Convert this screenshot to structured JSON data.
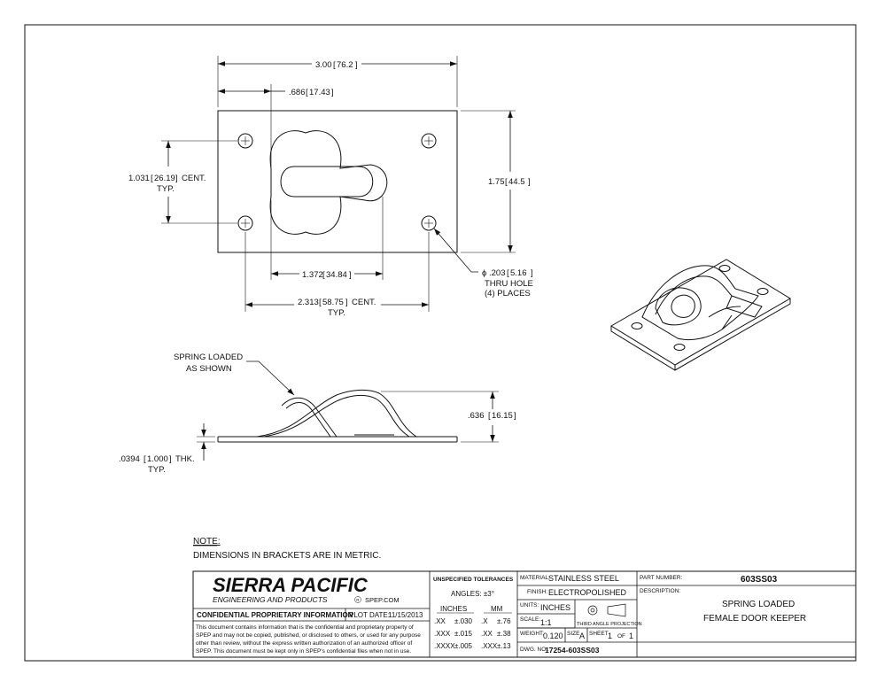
{
  "dimensions": {
    "overall_width": "3.00",
    "overall_width_mm": "76.2",
    "slot_offset": ".686",
    "slot_offset_mm": "17.43",
    "hole_vertical": "1.031",
    "hole_vertical_mm": "26.19",
    "hole_vertical_suffix": "CENT.",
    "hole_vertical_typ": "TYP.",
    "overall_height": "1.75",
    "overall_height_mm": "44.5",
    "slot_width": "1.372",
    "slot_width_mm": "34.84",
    "hole_horizontal": "2.313",
    "hole_horizontal_mm": "58.75",
    "hole_horizontal_suffix": "CENT.",
    "hole_horizontal_typ": "TYP.",
    "hole_dia_prefix": "ϕ",
    "hole_dia": ".203",
    "hole_dia_mm": "5.16",
    "hole_note_1": "THRU HOLE",
    "hole_note_2": "(4) PLACES",
    "side_height": ".636",
    "side_height_mm": "16.15",
    "thickness": ".0394",
    "thickness_mm": "1.000",
    "thickness_suffix": "THK.",
    "thickness_typ": "TYP.",
    "spring_note_1": "SPRING LOADED",
    "spring_note_2": "AS SHOWN"
  },
  "notes": {
    "heading": "NOTE:",
    "body": "DIMENSIONS IN BRACKETS ARE IN METRIC."
  },
  "title_block": {
    "company_name": "SIERRA PACIFIC",
    "company_sub": "ENGINEERING AND PRODUCTS",
    "company_reg": "R",
    "website": "SPEP.COM",
    "confidential_label": "CONFIDENTIAL PROPRIETARY INFORMATION",
    "plot_date_label": "PLOT DATE:",
    "plot_date": "11/15/2013",
    "confidential_text": [
      "This document contains information that is the confidential and proprietary property of",
      "SPEP and may not be copied, published, or disclosed to others, or used for any purpose",
      "other than review, without the express written authorization of an authorized officer of",
      "SPEP. This document must be kept only in SPEP's confidential files when not in use."
    ],
    "tolerances_label": "UNSPECIFIED TOLERANCES",
    "angles": "ANGLES: ±3°",
    "inches_header": "INCHES",
    "mm_header": "MM",
    "tolerance_rows": [
      {
        "in_fmt": ".XX",
        "in_tol": "±.030",
        "mm_fmt": ".X",
        "mm_tol": "±.76"
      },
      {
        "in_fmt": ".XXX",
        "in_tol": "±.015",
        "mm_fmt": ".XX",
        "mm_tol": "±.38"
      },
      {
        "in_fmt": ".XXXX",
        "in_tol": "±.005",
        "mm_fmt": ".XXX",
        "mm_tol": "±.13"
      }
    ],
    "material_label": "MATERIAL:",
    "material": "STAINLESS STEEL",
    "finish_label": "FINISH:",
    "finish": "ELECTROPOLISHED",
    "units_label": "UNITS:",
    "units": "INCHES",
    "scale_label": "SCALE:",
    "scale": "1:1",
    "projection_label": "THIRD ANGLE PROJECTION",
    "weight_label": "WEIGHT:",
    "weight": "0.120",
    "size_label": "SIZE",
    "size": "A",
    "sheet_label": "SHEET",
    "sheet": "1",
    "of_label": "OF",
    "sheet_total": "1",
    "dwg_label": "DWG. NO.:",
    "dwg_no": "17254-603SS03",
    "part_number_label": "PART NUMBER:",
    "part_number": "603SS03",
    "description_label": "DESCRIPTION:",
    "description_1": "SPRING LOADED",
    "description_2": "FEMALE DOOR KEEPER"
  }
}
